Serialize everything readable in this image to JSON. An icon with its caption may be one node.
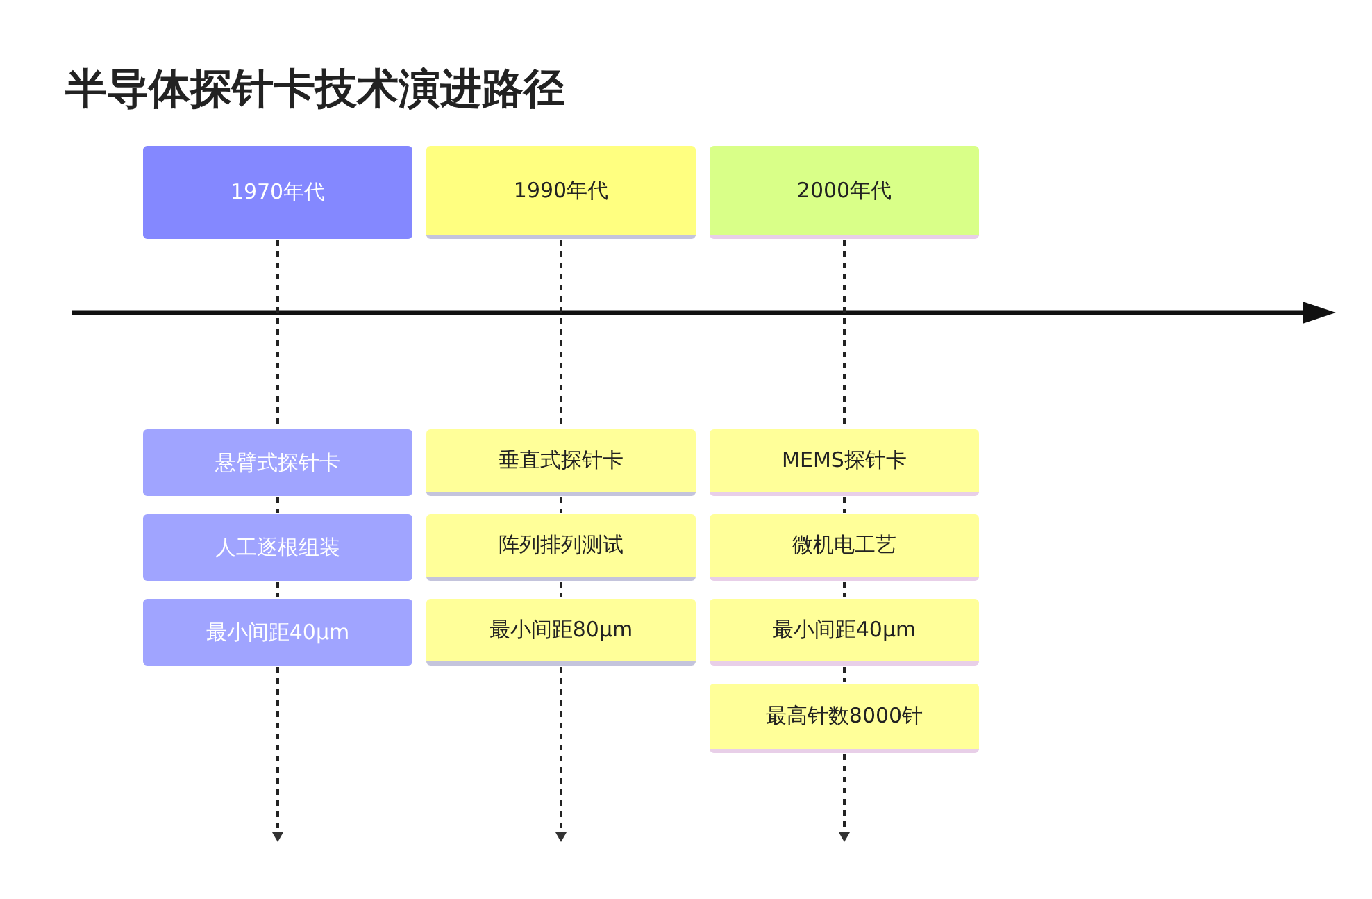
{
  "diagram": {
    "title": "半导体探针卡技术演进路径",
    "nodes": [
      {
        "text": [
          "1970年代"
        ]
      },
      {
        "text": [
          "1990年代"
        ]
      },
      {
        "text": [
          "2000年代"
        ]
      },
      {
        "text": [
          "悬臂式探针卡"
        ]
      },
      {
        "text": [
          "人工逐根组装"
        ]
      },
      {
        "text": [
          "最小间距40μm"
        ]
      },
      {
        "text": [
          "垂直式探针卡"
        ]
      },
      {
        "text": [
          "阵列排列测试"
        ]
      },
      {
        "text": [
          "最小间距80μm"
        ]
      },
      {
        "text": [
          "MEMS探针卡"
        ]
      },
      {
        "text": [
          "微机电工艺"
        ]
      },
      {
        "text": [
          "最小间距40μm"
        ]
      },
      {
        "text": [
          "最高针数8000针"
        ]
      }
    ],
    "edges": [
      {
        "from": 0,
        "to": 3,
        "arrow": "none"
      },
      {
        "from": 3,
        "to": 4,
        "arrow": "none"
      },
      {
        "from": 4,
        "to": 5,
        "arrow": "none"
      },
      {
        "from": 5,
        "to": null,
        "arrow": "to"
      },
      {
        "from": 1,
        "to": 6,
        "arrow": "none"
      },
      {
        "from": 6,
        "to": 7,
        "arrow": "none"
      },
      {
        "from": 7,
        "to": 8,
        "arrow": "none"
      },
      {
        "from": 8,
        "to": null,
        "arrow": "to"
      },
      {
        "from": 2,
        "to": 9,
        "arrow": "none"
      },
      {
        "from": 9,
        "to": 10,
        "arrow": "none"
      },
      {
        "from": 10,
        "to": 11,
        "arrow": "none"
      },
      {
        "from": 11,
        "to": 12,
        "arrow": "none"
      },
      {
        "from": 12,
        "to": null,
        "arrow": "to"
      }
    ]
  }
}
